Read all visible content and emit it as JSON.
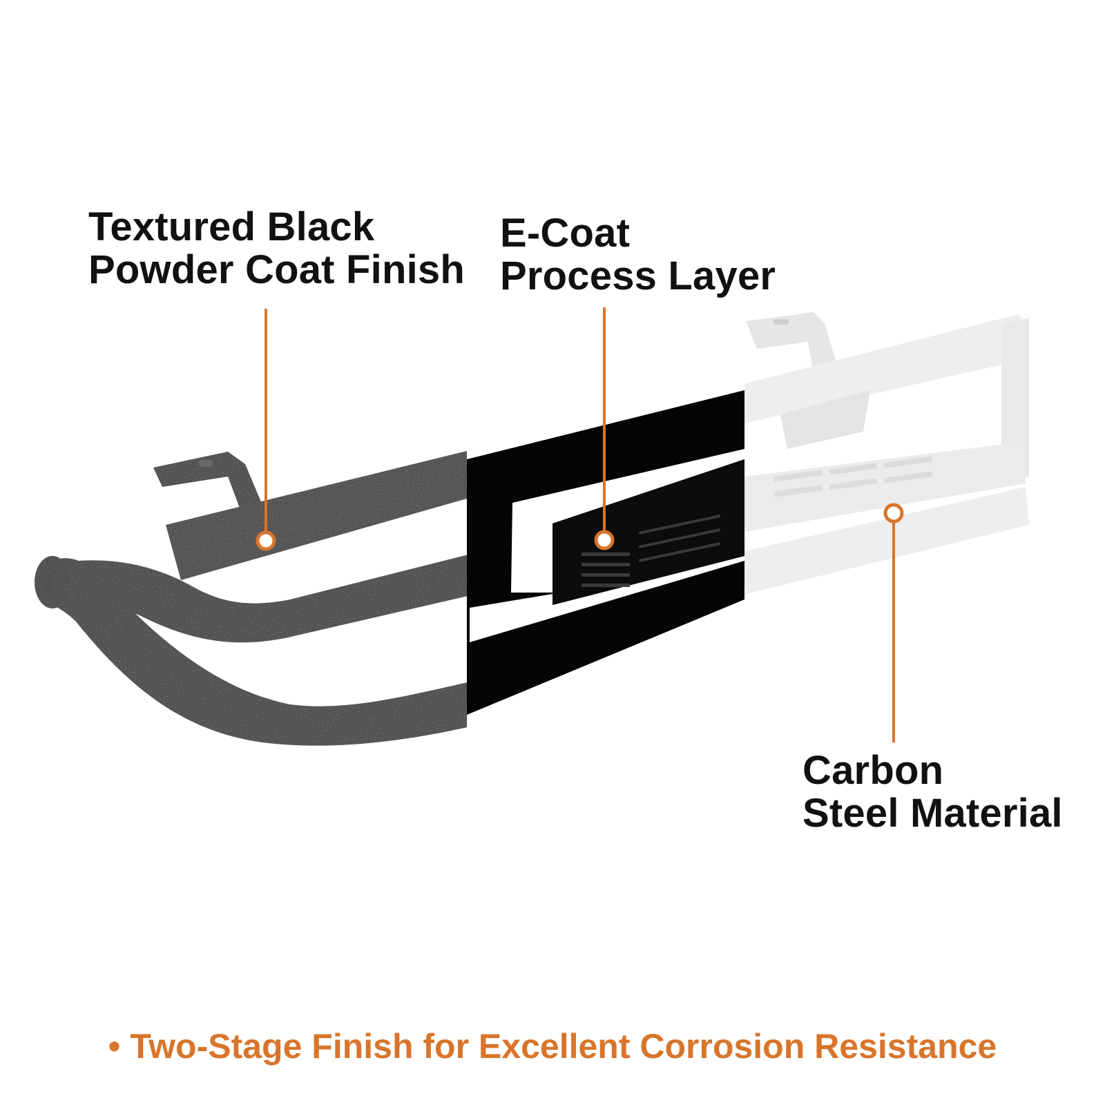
{
  "labels": {
    "powder_coat": {
      "line1": "Textured Black",
      "line2": "Powder Coat Finish"
    },
    "e_coat": {
      "line1": "E-Coat",
      "line2": "Process Layer"
    },
    "steel": {
      "line1": "Carbon",
      "line2": "Steel Material"
    }
  },
  "tagline": {
    "bullet": "•",
    "text": "Two-Stage Finish for Excellent Corrosion Resistance"
  },
  "colors": {
    "accent": "#d8752b",
    "coat": "#1b1b1b",
    "ecoat": "#050505",
    "steel": "#eeeeee",
    "text": "#111111"
  }
}
